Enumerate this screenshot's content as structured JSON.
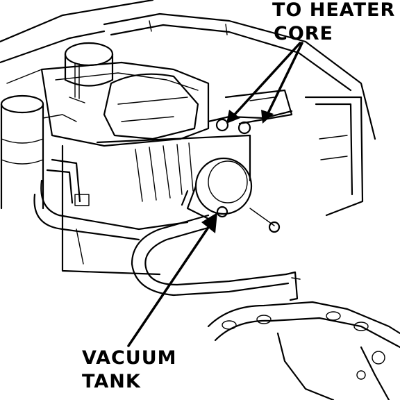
{
  "labels": {
    "heater_core_line1": "TO HEATER",
    "heater_core_line2": "CORE",
    "vacuum_tank_line1": "VACUUM",
    "vacuum_tank_line2": "TANK"
  }
}
